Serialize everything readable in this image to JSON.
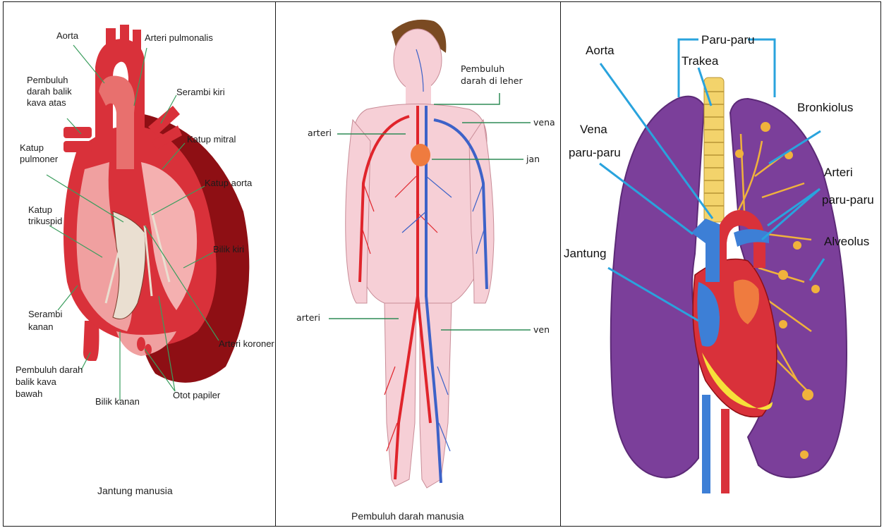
{
  "heart": {
    "labels": {
      "aorta": "Aorta",
      "arteri_pulmonalis": "Arteri pulmonalis",
      "pembuluh_atas_1": "Pembuluh",
      "pembuluh_atas_2": "darah balik",
      "pembuluh_atas_3": "kava atas",
      "serambi_kiri": "Serambi kiri",
      "katup_mitral": "Katup mitral",
      "katup_pulmoner_1": "Katup",
      "katup_pulmoner_2": "pulmoner",
      "katup_aorta": "Katup aorta",
      "katup_trikuspid_1": "Katup",
      "katup_trikuspid_2": "trikuspid",
      "bilik_kiri": "Bilik kiri",
      "serambi_kanan_1": "Serambi",
      "serambi_kanan_2": "kanan",
      "arteri_koroner": "Arteri koroner",
      "pembuluh_bawah_1": "Pembuluh darah",
      "pembuluh_bawah_2": "balik kava",
      "pembuluh_bawah_3": "bawah",
      "bilik_kanan": "Bilik kanan",
      "otot_papiler": "Otot papiler"
    },
    "caption": "Jantung manusia"
  },
  "body": {
    "labels": {
      "pembuluh_leher_1": "Pembuluh",
      "pembuluh_leher_2": "darah di leher",
      "arteri_top": "arteri",
      "vena_top": "vena",
      "jantung": "jan",
      "arteri_bottom": "arteri",
      "vena_bottom": "ven"
    },
    "caption": "Pembuluh darah manusia"
  },
  "lungs": {
    "labels": {
      "paru_paru": "Paru-paru",
      "aorta": "Aorta",
      "trakea": "Trakea",
      "bronkiolus": "Bronkiolus",
      "vena_1": "Vena",
      "vena_2": "paru-paru",
      "arteri_1": "Arteri",
      "arteri_2": "paru-paru",
      "jantung": "Jantung",
      "alveolus": "Alveolus"
    }
  },
  "colors": {
    "heart_red": "#d9313a",
    "heart_pink": "#f0a0a0",
    "heart_dark": "#8e0f14",
    "artery": "#e0242b",
    "vein": "#3d62c8",
    "skin": "#f6cfd6",
    "lung_purple": "#7b3f9a",
    "leader_green": "#2e8b57",
    "leader_blue": "#29a3dd",
    "trachea": "#f3d36b",
    "alveoli": "#f0b23c"
  }
}
